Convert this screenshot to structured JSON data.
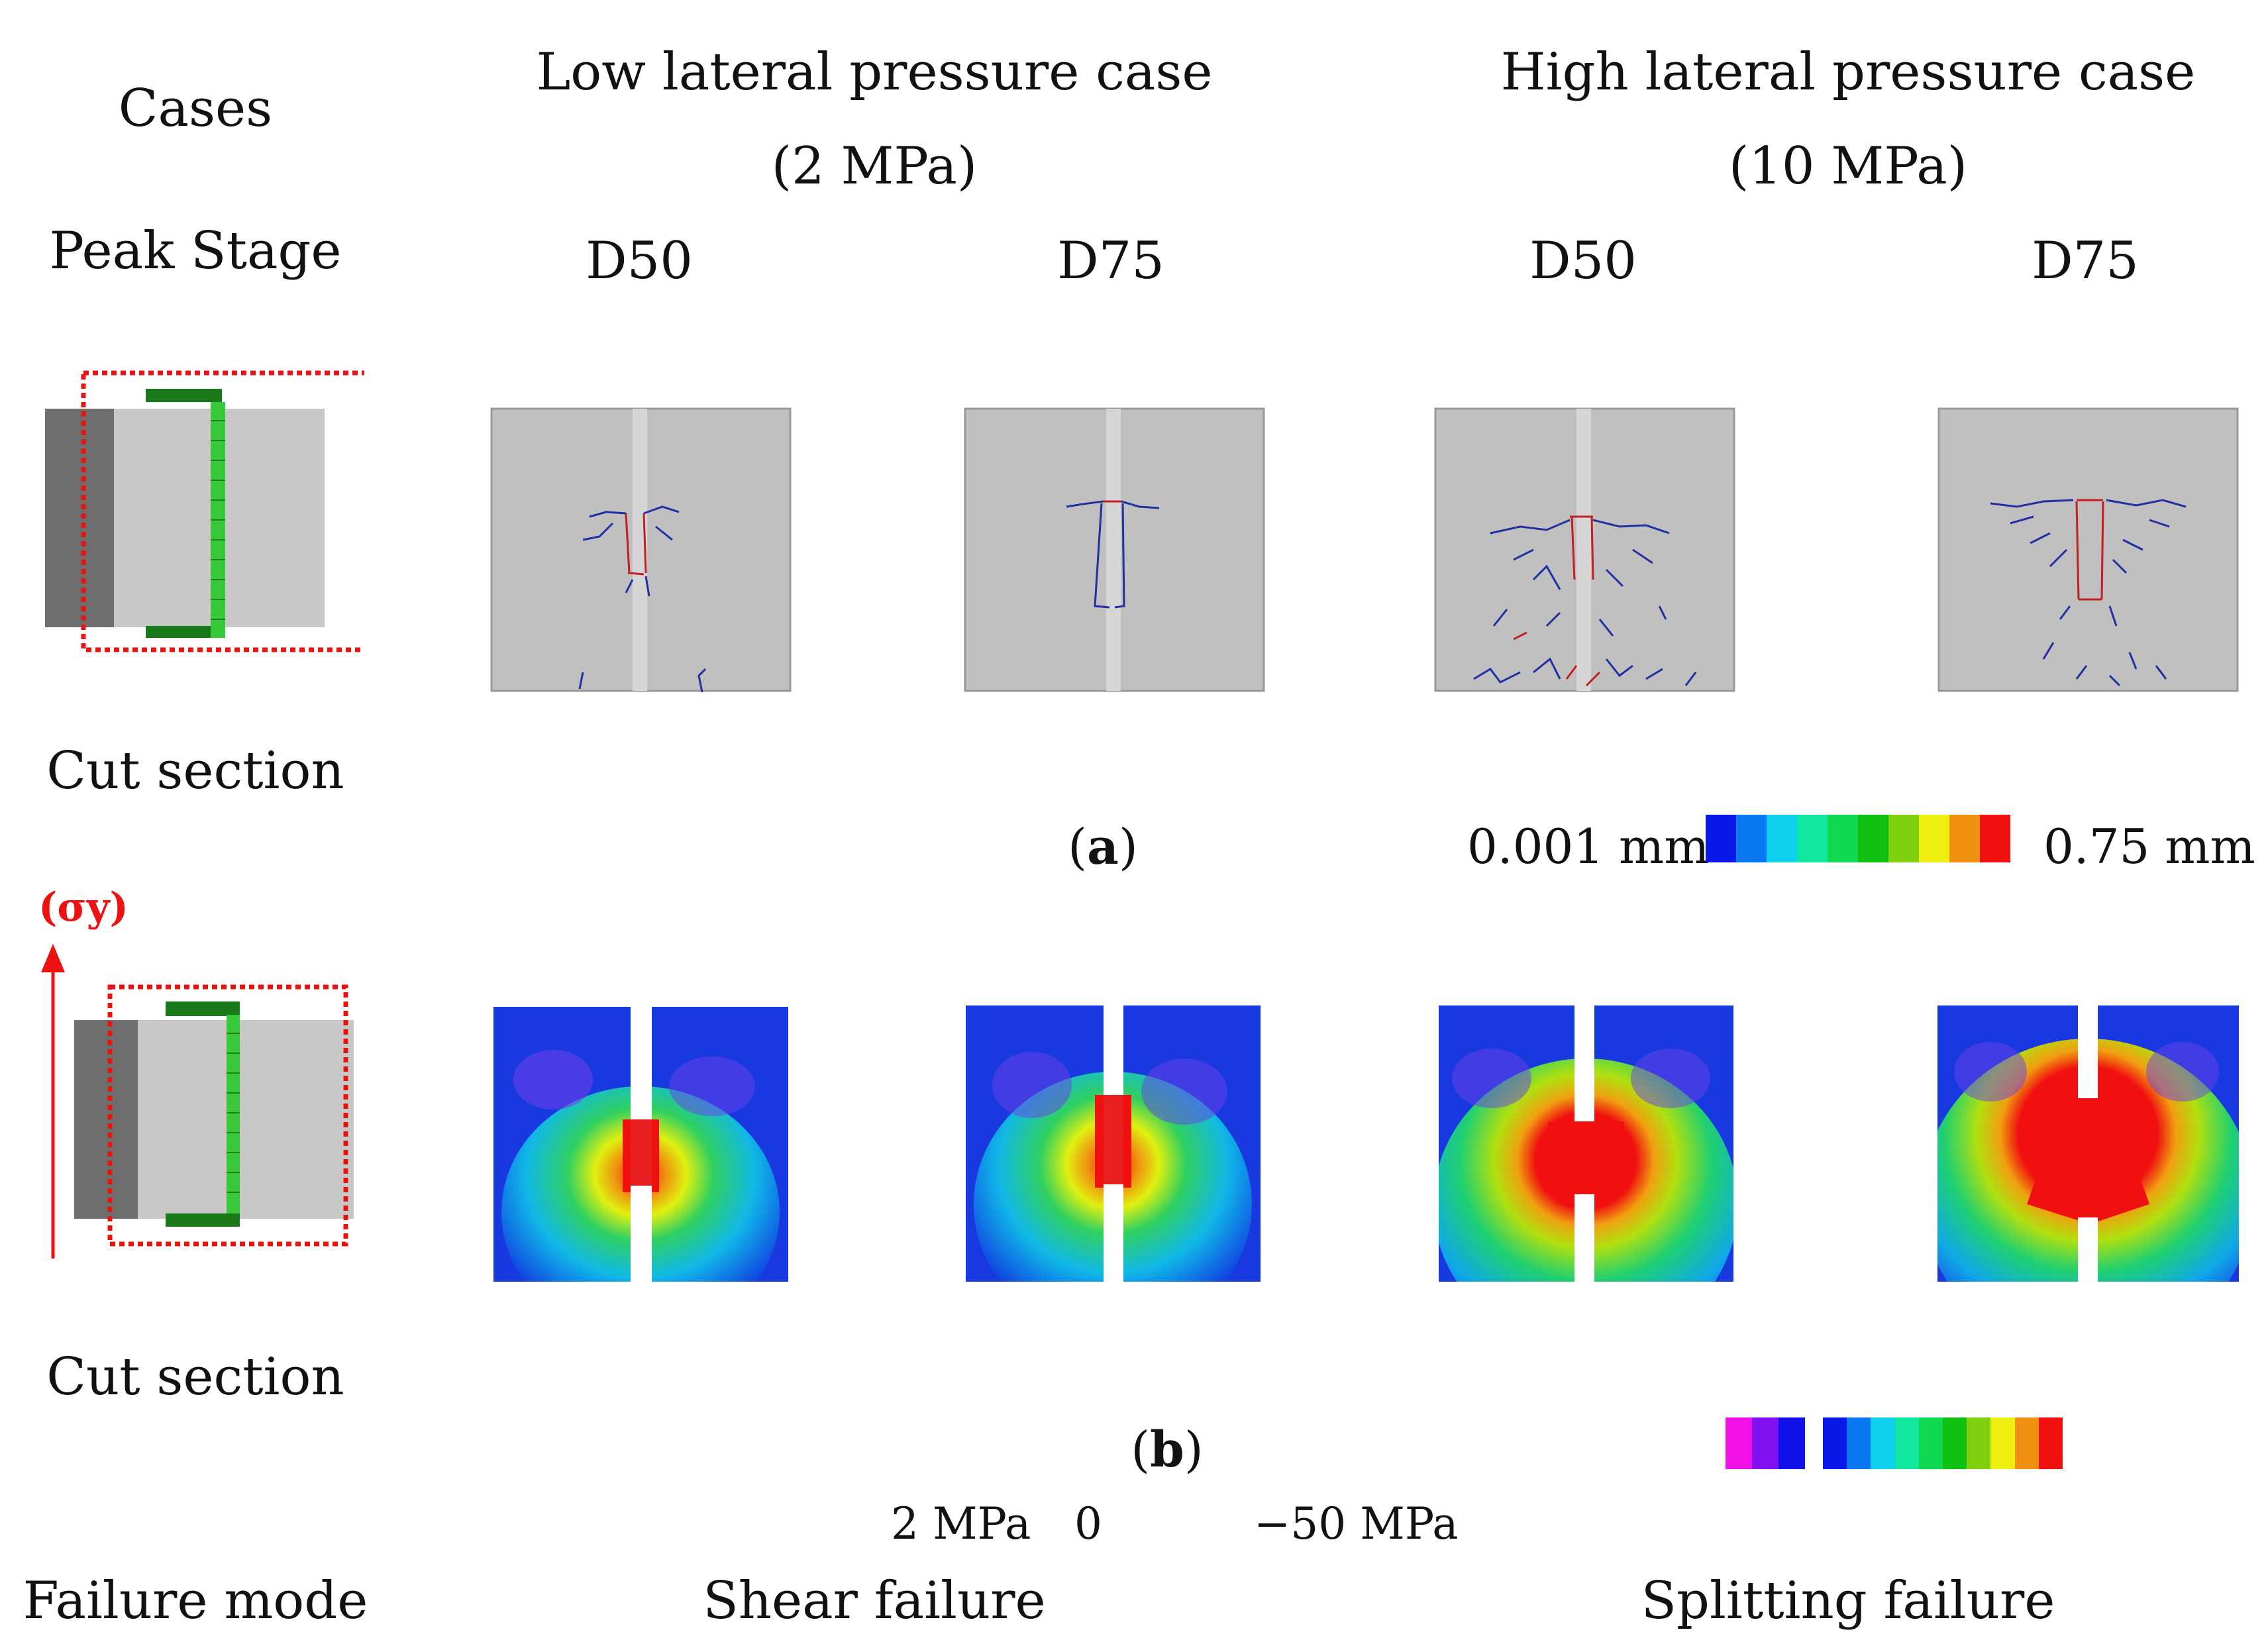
{
  "header": {
    "cases_label": "Cases",
    "peak_stage_label": "Peak Stage",
    "low_case_title": "Low lateral pressure case",
    "low_case_pressure": "(2 MPa)",
    "high_case_title": "High lateral pressure case",
    "high_case_pressure": "(10 MPa)",
    "columns": [
      "D50",
      "D75",
      "D50",
      "D75"
    ]
  },
  "row_a": {
    "side_label": "Cut section",
    "caption_letter": "a",
    "legend_min": "0.001 mm",
    "legend_max": "0.75 mm",
    "legend_colors": [
      "#0a18e8",
      "#0a78f0",
      "#10d0f0",
      "#10e8a0",
      "#10d850",
      "#10c010",
      "#80d010",
      "#f0f010",
      "#f09010",
      "#f01010"
    ]
  },
  "row_b": {
    "side_label": "Cut section",
    "stress_label": "(σy)",
    "caption_letter": "b",
    "legend_left_colors": [
      "#f010e8",
      "#8010f0",
      "#1010e8"
    ],
    "legend_right_colors": [
      "#0a18e8",
      "#0a78f0",
      "#10d0f0",
      "#10e8a0",
      "#10d850",
      "#10c010",
      "#80d010",
      "#f0f010",
      "#f09010",
      "#f01010"
    ],
    "scale_labels": [
      "2 MPa",
      "0",
      "−50 MPa"
    ]
  },
  "footer": {
    "failure_mode_label": "Failure mode",
    "low_mode": "Shear failure",
    "high_mode": "Splitting failure"
  }
}
